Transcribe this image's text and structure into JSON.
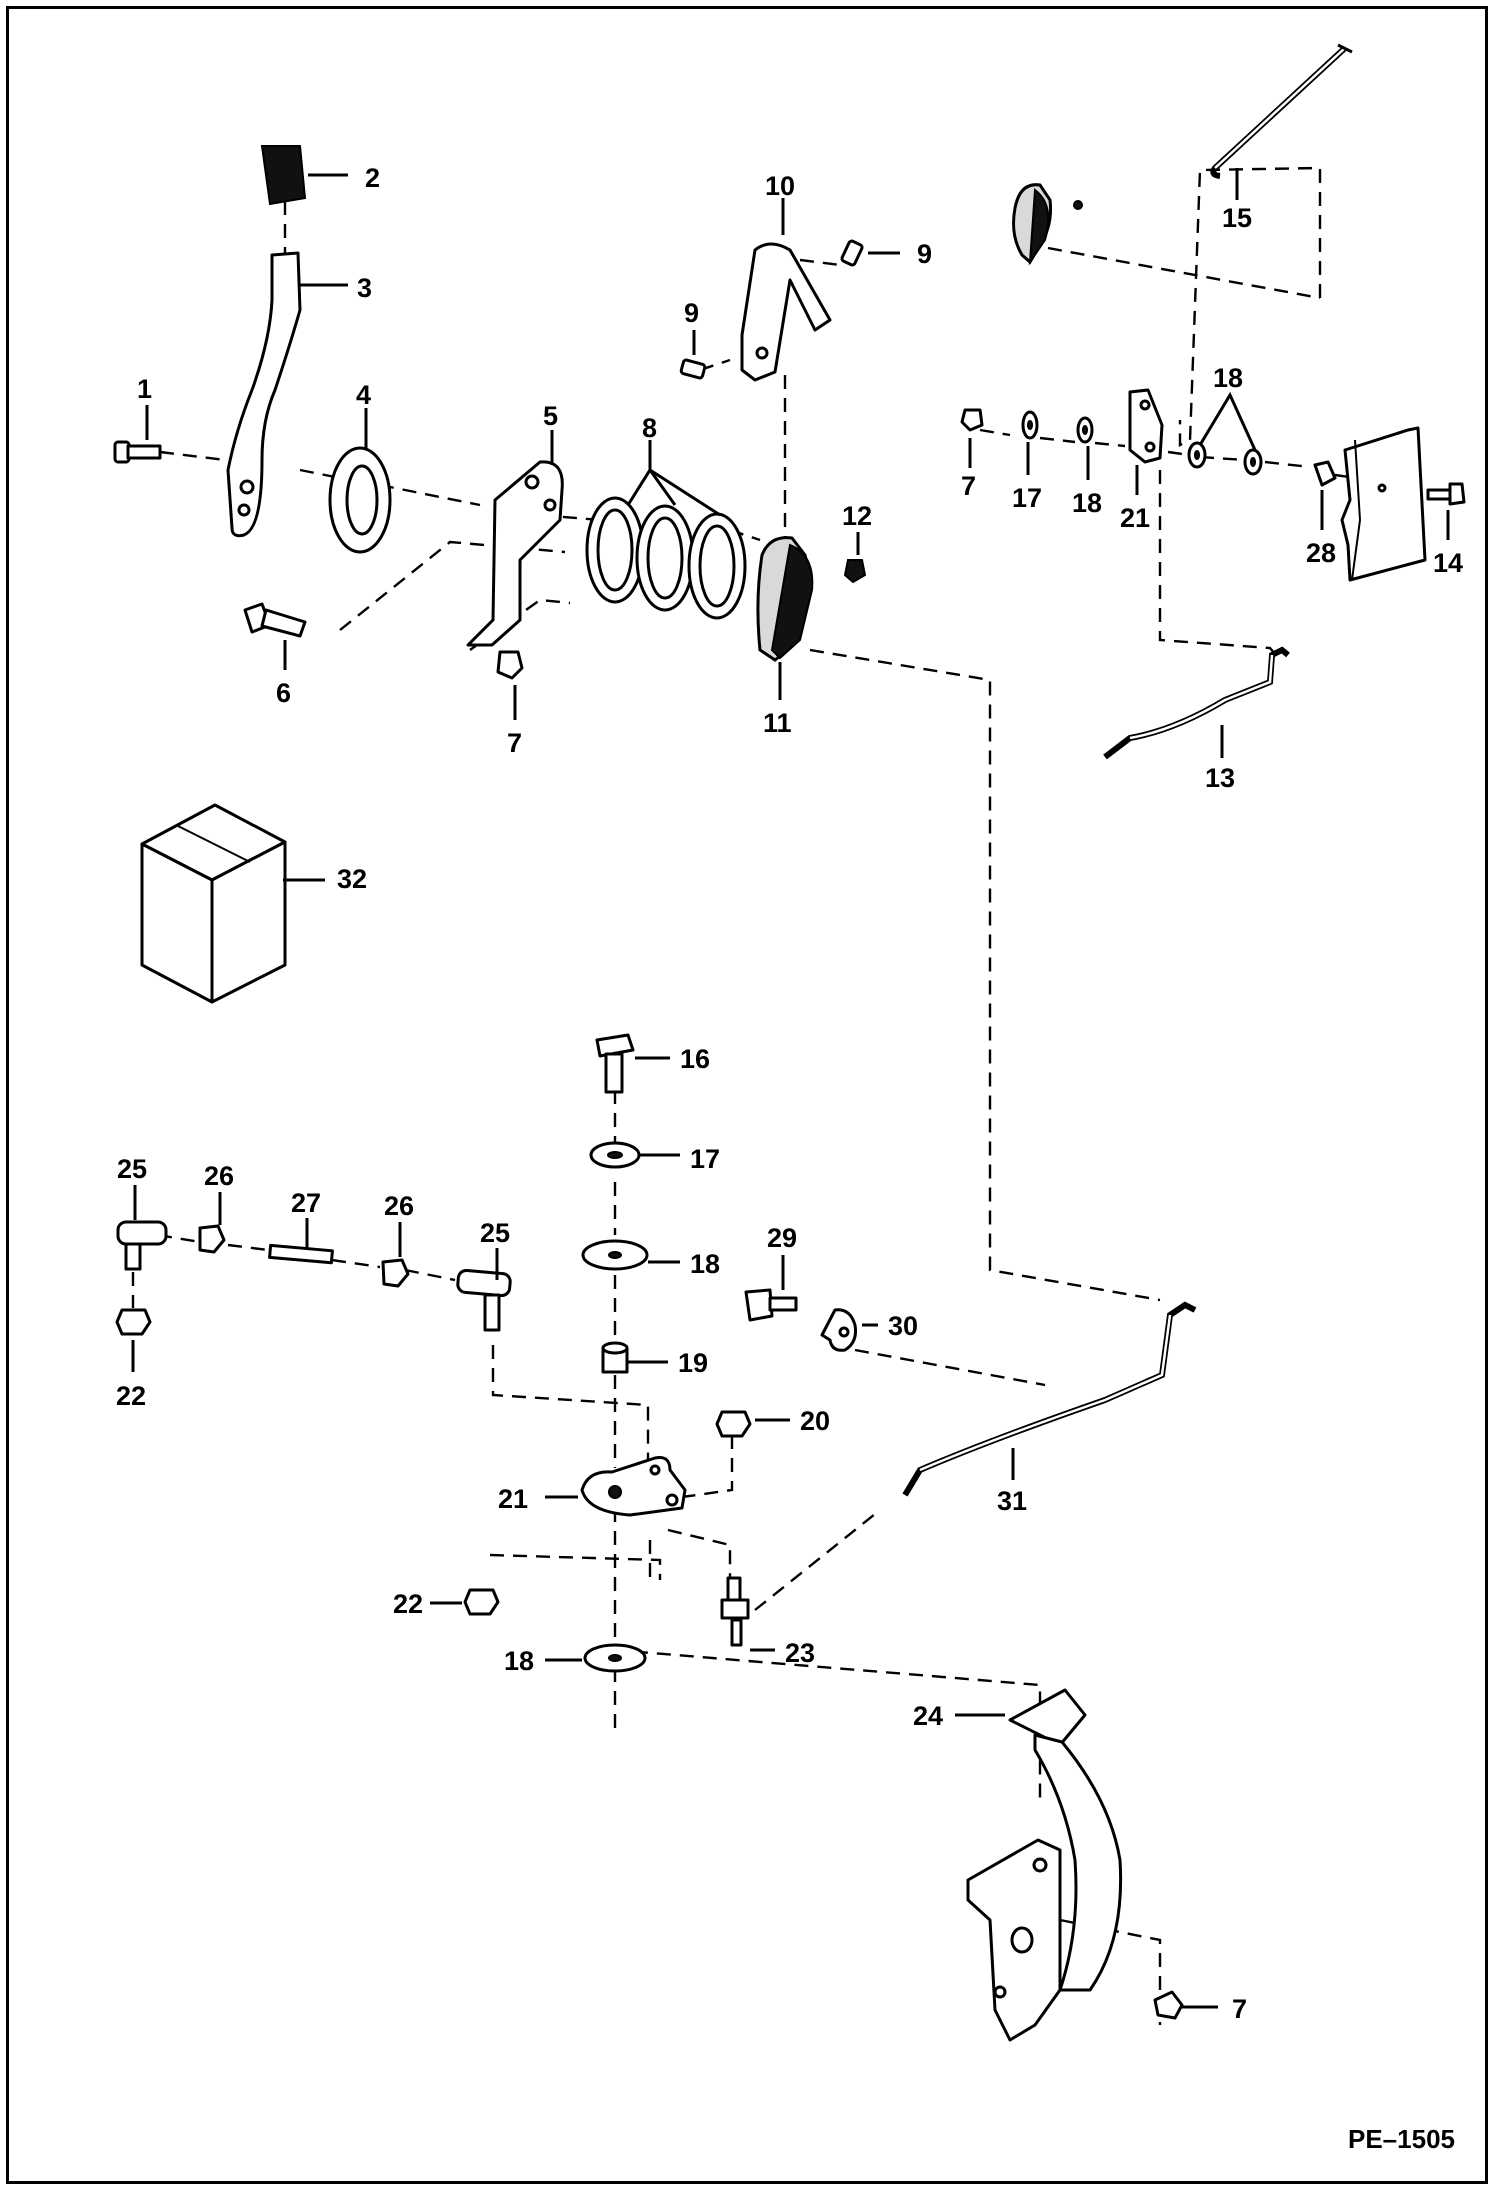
{
  "drawing_code": "PE–1505",
  "callouts": {
    "c1": "1",
    "c2": "2",
    "c3": "3",
    "c4": "4",
    "c5": "5",
    "c6": "6",
    "c7a": "7",
    "c7b": "7",
    "c7c": "7",
    "c8": "8",
    "c9a": "9",
    "c9b": "9",
    "c10": "10",
    "c11": "11",
    "c12": "12",
    "c13": "13",
    "c14": "14",
    "c15": "15",
    "c16": "16",
    "c17a": "17",
    "c17b": "17",
    "c18a": "18",
    "c18b": "18",
    "c18c": "18",
    "c18d": "18",
    "c19": "19",
    "c20": "20",
    "c21a": "21",
    "c21b": "21",
    "c22a": "22",
    "c22b": "22",
    "c23": "23",
    "c24": "24",
    "c25a": "25",
    "c25b": "25",
    "c26a": "26",
    "c26b": "26",
    "c27": "27",
    "c28": "28",
    "c29": "29",
    "c30": "30",
    "c31": "31",
    "c32": "32"
  }
}
